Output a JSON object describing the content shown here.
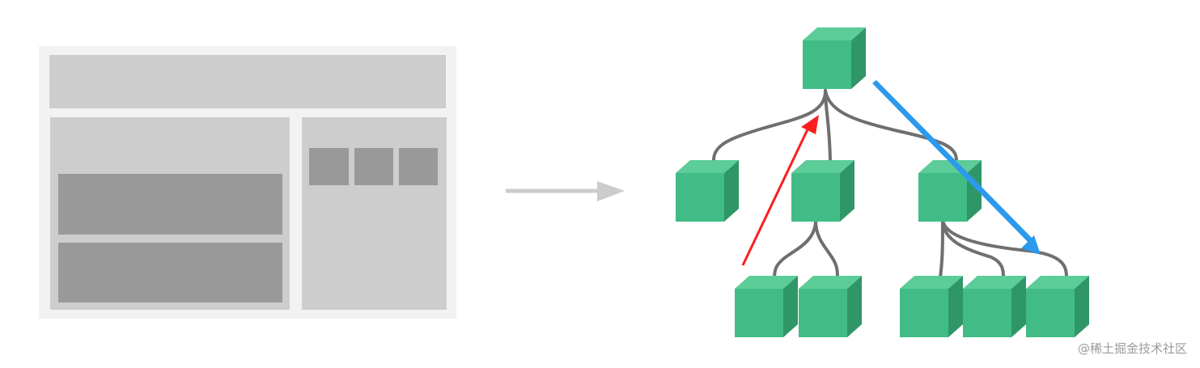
{
  "watermark": "@稀土掘金技术社区",
  "colors": {
    "cube_front": "#41bc86",
    "cube_top": "#5ccc98",
    "cube_side": "#2f9668",
    "connector": "#6f6f6f",
    "arrow_gray": "#cccccc",
    "arrow_red": "#fc1e1e",
    "arrow_blue": "#2b99ec",
    "wire_light": "#cdcdcd",
    "wire_dark": "#999999",
    "wire_bg": "#f2f2f2"
  },
  "tree": {
    "nodes": [
      "root",
      "child-left",
      "child-middle",
      "child-right",
      "grandchild-1",
      "grandchild-2",
      "grandchild-3",
      "grandchild-4",
      "grandchild-5"
    ],
    "edges": [
      [
        "root",
        "child-left"
      ],
      [
        "root",
        "child-middle"
      ],
      [
        "root",
        "child-right"
      ],
      [
        "child-middle",
        "grandchild-1"
      ],
      [
        "child-middle",
        "grandchild-2"
      ],
      [
        "child-right",
        "grandchild-3"
      ],
      [
        "child-right",
        "grandchild-4"
      ],
      [
        "child-right",
        "grandchild-5"
      ]
    ]
  }
}
